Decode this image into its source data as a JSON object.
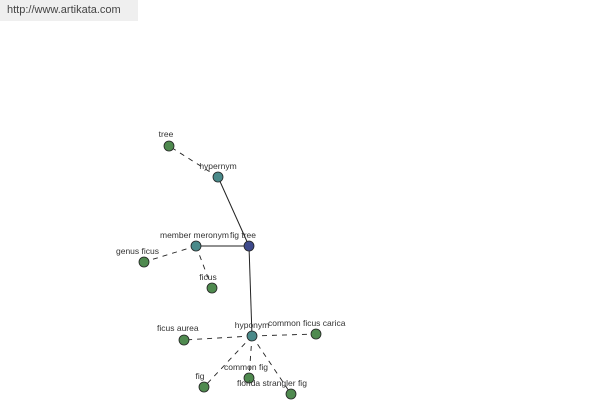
{
  "header": {
    "url": "http://www.artikata.com"
  },
  "colors": {
    "center": "#3e4a8c",
    "relation": "#4a8a8a",
    "leaf": "#4f8a4f",
    "stroke": "#222222",
    "edge": "#222222"
  },
  "graph": {
    "nodes": [
      {
        "id": "fig-tree",
        "label": "fig tree",
        "kind": "center"
      },
      {
        "id": "hypernym",
        "label": "hypernym",
        "kind": "relation"
      },
      {
        "id": "member-meronym",
        "label": "member meronym",
        "kind": "relation"
      },
      {
        "id": "hyponym",
        "label": "hyponym",
        "kind": "relation"
      },
      {
        "id": "tree",
        "label": "tree",
        "kind": "leaf"
      },
      {
        "id": "genus-ficus",
        "label": "genus ficus",
        "kind": "leaf"
      },
      {
        "id": "ficus",
        "label": "ficus",
        "kind": "leaf"
      },
      {
        "id": "ficus-aurea",
        "label": "ficus aurea",
        "kind": "leaf"
      },
      {
        "id": "common-ficus-carica",
        "label": "common ficus carica",
        "kind": "leaf"
      },
      {
        "id": "fig",
        "label": "fig",
        "kind": "leaf"
      },
      {
        "id": "common-fig",
        "label": "common fig",
        "kind": "leaf"
      },
      {
        "id": "florida-strangler-fig",
        "label": "florida strangler fig",
        "kind": "leaf"
      }
    ],
    "edges": [
      {
        "from": "fig-tree",
        "to": "hypernym",
        "style": "solid"
      },
      {
        "from": "fig-tree",
        "to": "member-meronym",
        "style": "solid"
      },
      {
        "from": "fig-tree",
        "to": "hyponym",
        "style": "solid"
      },
      {
        "from": "hypernym",
        "to": "tree",
        "style": "dashed"
      },
      {
        "from": "member-meronym",
        "to": "genus-ficus",
        "style": "dashed"
      },
      {
        "from": "member-meronym",
        "to": "ficus",
        "style": "dashed"
      },
      {
        "from": "hyponym",
        "to": "ficus-aurea",
        "style": "dashed"
      },
      {
        "from": "hyponym",
        "to": "common-ficus-carica",
        "style": "dashed"
      },
      {
        "from": "hyponym",
        "to": "fig",
        "style": "dashed"
      },
      {
        "from": "hyponym",
        "to": "common-fig",
        "style": "dashed"
      },
      {
        "from": "hyponym",
        "to": "florida-strangler-fig",
        "style": "dashed"
      }
    ]
  }
}
